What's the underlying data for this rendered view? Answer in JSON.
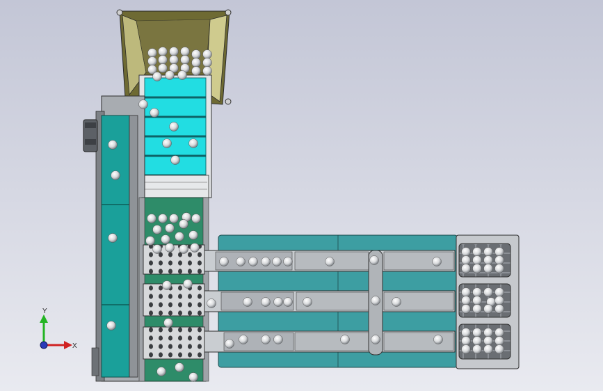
{
  "viewport": {
    "background_top": "#c3c6d6",
    "background_bottom": "#e9eaf0"
  },
  "colors": {
    "hopper_fill": "#7f7a3e",
    "hopper_side": "#c9c58a",
    "belt_cyan": "#22e0e4",
    "belt_cyan_dark": "#0e8f93",
    "frame_gray": "#9a9da2",
    "frame_dark": "#4a4d52",
    "teal_tower": "#1aa39a",
    "sorter_green": "#2f8f6a",
    "base_plate_teal": "#3e9fa2",
    "rail_gray": "#b8bcc0",
    "ball_light": "#f4f4f4",
    "ball_shade": "#8a8f95",
    "axis_y": "#23b423",
    "axis_x": "#d02222",
    "axis_origin": "#2a3ab8"
  },
  "axis": {
    "y_label": "Y",
    "x_label": "X"
  },
  "parts": {
    "hopper": "hopper",
    "incline_conveyor": "incline-conveyor",
    "elevator_tower": "elevator-tower",
    "drive_motor": "drive-motor",
    "grading_section": "grading-section",
    "perforated_rollers": [
      "perforated-roller-1",
      "perforated-roller-2",
      "perforated-roller-3"
    ],
    "output_lanes": [
      "output-lane-1",
      "output-lane-2",
      "output-lane-3"
    ],
    "collection_trays": [
      "collection-tray-1",
      "collection-tray-2",
      "collection-tray-3"
    ]
  }
}
